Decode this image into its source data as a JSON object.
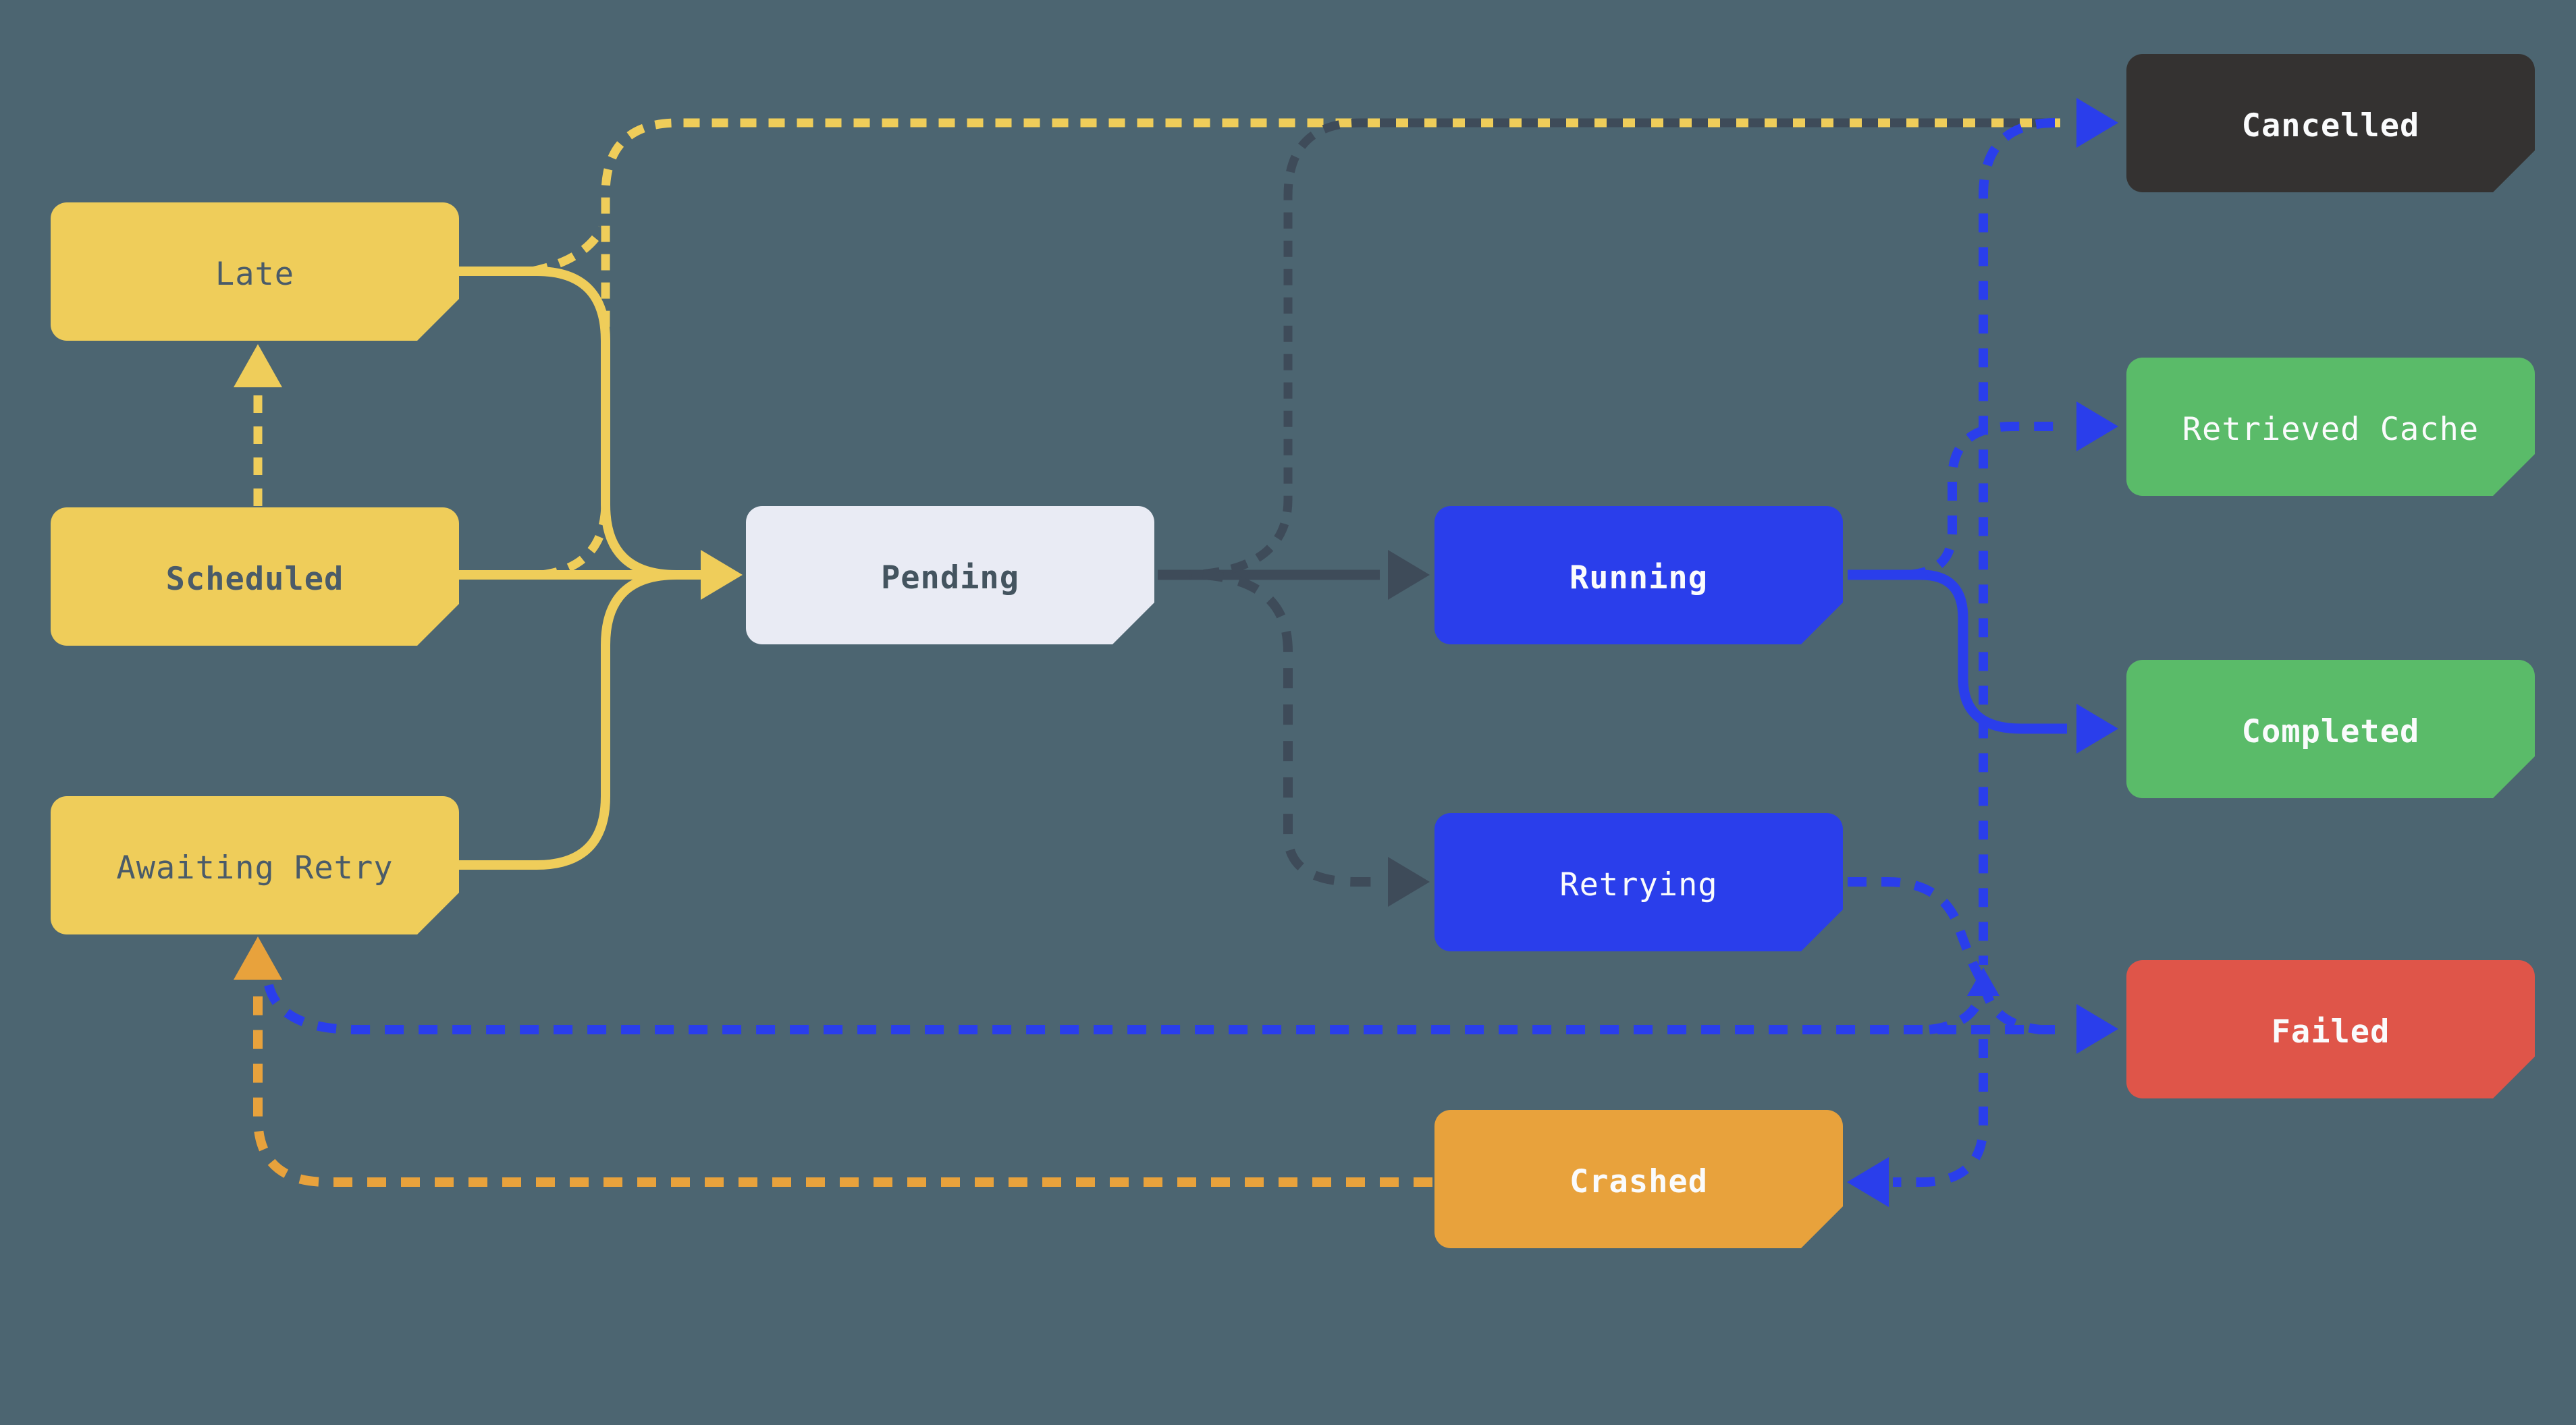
{
  "diagram": {
    "background_color": "#4C6571",
    "colors": {
      "yellow": "#EFCD5A",
      "gray": "#3E4B59",
      "blue": "#2A3EEB",
      "orange": "#E8A23C",
      "green": "#5ABB69",
      "red": "#DF5549",
      "dark": "#343231",
      "light": "#E9EBF4",
      "slate_text": "#4A5B69",
      "white_text": "#FAFBFC"
    },
    "nodes": [
      {
        "id": "late",
        "label": "Late",
        "fill": "#EFCD5A",
        "text_color": "#4A5B69",
        "bold": false
      },
      {
        "id": "scheduled",
        "label": "Scheduled",
        "fill": "#EFCD5A",
        "text_color": "#4A5B69",
        "bold": true
      },
      {
        "id": "awaiting-retry",
        "label": "Awaiting Retry",
        "fill": "#EFCD5A",
        "text_color": "#4A5B69",
        "bold": false
      },
      {
        "id": "pending",
        "label": "Pending",
        "fill": "#E9EBF4",
        "text_color": "#44545F",
        "bold": true
      },
      {
        "id": "running",
        "label": "Running",
        "fill": "#2A3EEB",
        "text_color": "#FAFBFC",
        "bold": true
      },
      {
        "id": "retrying",
        "label": "Retrying",
        "fill": "#2A3EEB",
        "text_color": "#FAFBFC",
        "bold": false
      },
      {
        "id": "crashed",
        "label": "Crashed",
        "fill": "#E8A23C",
        "text_color": "#FAFBFC",
        "bold": true
      },
      {
        "id": "cancelled",
        "label": "Cancelled",
        "fill": "#343231",
        "text_color": "#FAFBFC",
        "bold": true
      },
      {
        "id": "retrieved-cache",
        "label": "Retrieved Cache",
        "fill": "#5ABB69",
        "text_color": "#FAFBFC",
        "bold": false
      },
      {
        "id": "completed",
        "label": "Completed",
        "fill": "#5ABB69",
        "text_color": "#FAFBFC",
        "bold": true
      },
      {
        "id": "failed",
        "label": "Failed",
        "fill": "#DF5549",
        "text_color": "#FAFBFC",
        "bold": true
      }
    ],
    "edges": [
      {
        "id": "scheduled-to-late",
        "from": "scheduled",
        "to": "late",
        "color": "#EFCD5A",
        "style": "dashed"
      },
      {
        "id": "late-to-pending",
        "from": "late",
        "to": "pending",
        "color": "#EFCD5A",
        "style": "solid"
      },
      {
        "id": "scheduled-to-pending",
        "from": "scheduled",
        "to": "pending",
        "color": "#EFCD5A",
        "style": "solid"
      },
      {
        "id": "awaiting-retry-to-pending",
        "from": "awaiting-retry",
        "to": "pending",
        "color": "#EFCD5A",
        "style": "solid"
      },
      {
        "id": "scheduled-to-cancelled",
        "from": "scheduled",
        "to": "cancelled",
        "color": "#EFCD5A",
        "style": "dashed"
      },
      {
        "id": "pending-to-running",
        "from": "pending",
        "to": "running",
        "color": "#3E4B59",
        "style": "solid"
      },
      {
        "id": "pending-to-cancelled",
        "from": "pending",
        "to": "cancelled",
        "color": "#3E4B59",
        "style": "dashed"
      },
      {
        "id": "pending-to-retrying",
        "from": "pending",
        "to": "retrying",
        "color": "#3E4B59",
        "style": "dashed"
      },
      {
        "id": "running-to-completed",
        "from": "running",
        "to": "completed",
        "color": "#2A3EEB",
        "style": "solid"
      },
      {
        "id": "running-to-retrieved-cache",
        "from": "running",
        "to": "retrieved-cache",
        "color": "#2A3EEB",
        "style": "dashed"
      },
      {
        "id": "running-to-cancelled",
        "from": "running",
        "to": "cancelled",
        "color": "#2A3EEB",
        "style": "dashed"
      },
      {
        "id": "retrying-to-crashed",
        "from": "retrying",
        "to": "crashed",
        "color": "#2A3EEB",
        "style": "dashed"
      },
      {
        "id": "retrying-to-failed",
        "from": "retrying",
        "to": "failed",
        "color": "#2A3EEB",
        "style": "dashed"
      },
      {
        "id": "failed-to-awaiting-retry",
        "from": "failed",
        "to": "awaiting-retry",
        "color": "#2A3EEB",
        "style": "dashed"
      },
      {
        "id": "crashed-to-awaiting-retry",
        "from": "crashed",
        "to": "awaiting-retry",
        "color": "#E8A23C",
        "style": "dashed"
      }
    ]
  }
}
